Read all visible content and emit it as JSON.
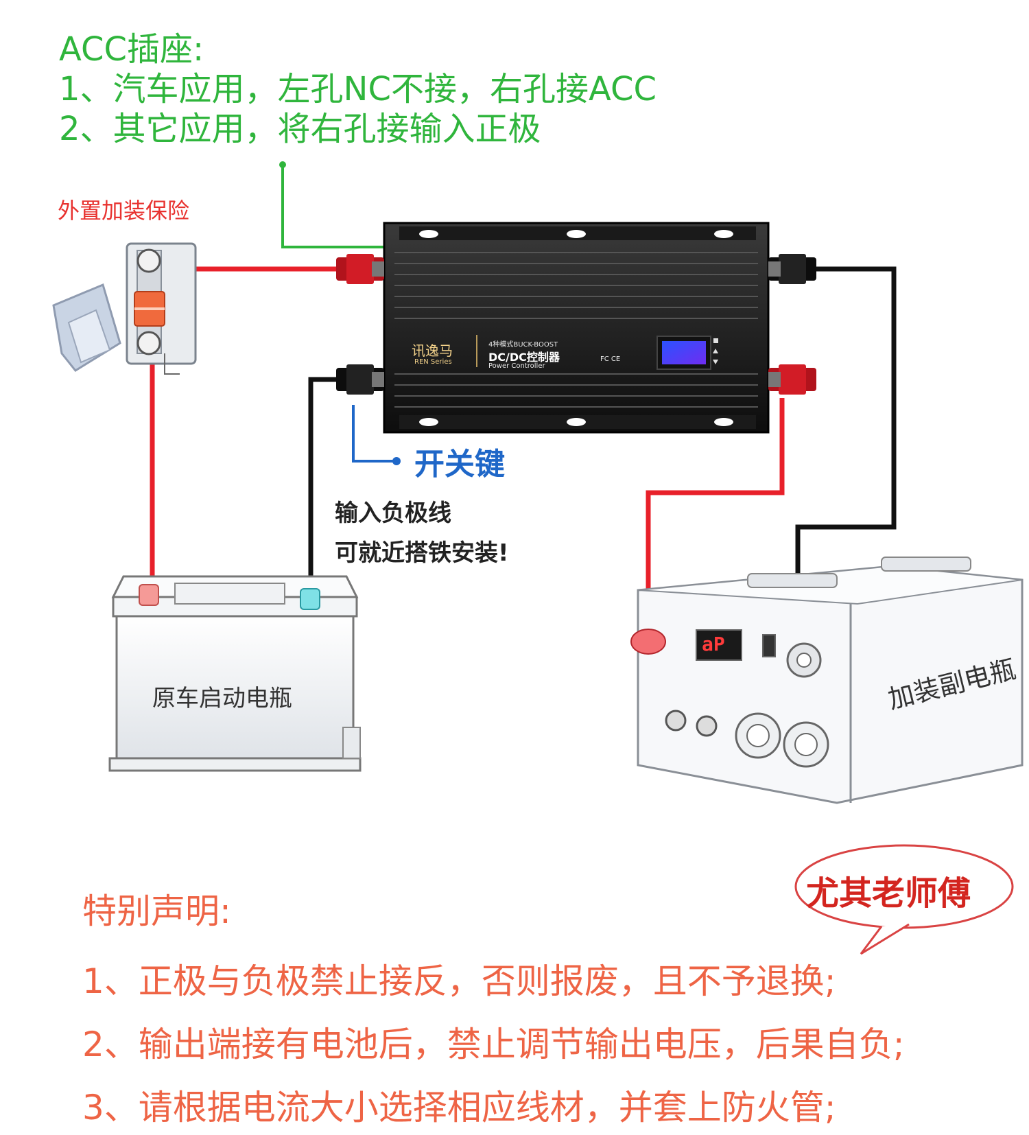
{
  "acc": {
    "title": "ACC插座:",
    "line1": "1、汽车应用，左孔NC不接，右孔接ACC",
    "line2": "2、其它应用，将右孔接输入正极"
  },
  "fuse_label": "外置加装保险",
  "controller": {
    "brand": "讯逸马",
    "brand_sub": "REN Series",
    "type_line": "4种模式BUCK-BOOST",
    "name": "DC/DC控制器",
    "sub": "Power Controller",
    "certs": "FC CE"
  },
  "switch_label": "开关键",
  "neg_note": {
    "line1": "输入负极线",
    "line2": "可就近搭铁安装!"
  },
  "battery_left_label": "原车启动电瓶",
  "battery_right_label": "加装副电瓶",
  "battery_right_display": "aP",
  "bubble": "尤其老师傅",
  "notice": {
    "title": "特别声明:",
    "items": [
      "1、正极与负极禁止接反，否则报废，且不予退换;",
      "2、输出端接有电池后，禁止调节输出电压，后果自负;",
      "3、请根据电流大小选择相应线材，并套上防火管;"
    ]
  },
  "colors": {
    "acc_text": "#2fb53c",
    "fuse_text": "#e8322f",
    "switch_text": "#1f67c8",
    "notice_text": "#ee6445",
    "bubble_text": "#d3251f",
    "wire_red": "#e8202a",
    "wire_black": "#111111",
    "wire_green": "#2fb53c",
    "wire_blue": "#1f67c8"
  }
}
